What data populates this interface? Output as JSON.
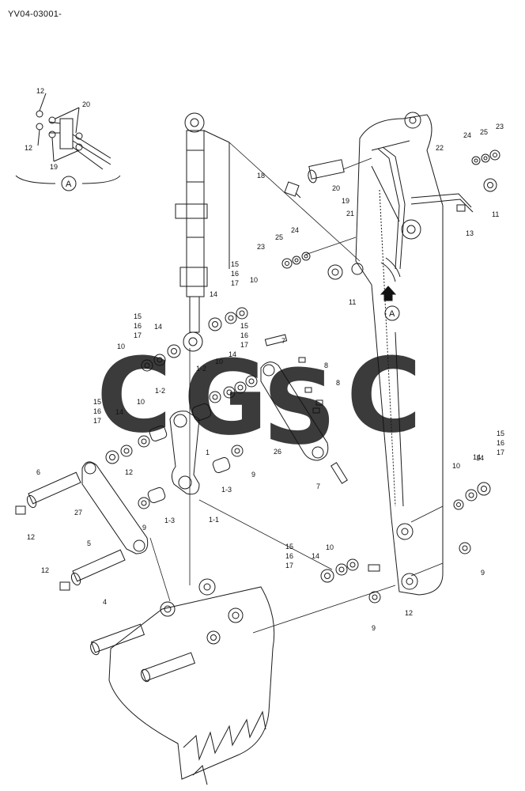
{
  "drawing_code": "YV04-03001-",
  "view_label": "A",
  "watermark": {
    "letters": [
      "C",
      "G",
      "S",
      "C"
    ],
    "colors": [
      "#4f8ef0",
      "#f06a6a",
      "#f7d74a",
      "#3fae7a"
    ]
  },
  "part_labels": {
    "p1": "1",
    "p1_1": "1-1",
    "p1_2a": "1-2",
    "p1_2b": "1-2",
    "p1_3a": "1-3",
    "p1_3b": "1-3",
    "p4": "4",
    "p5": "5",
    "p6": "6",
    "p7a": "7",
    "p7b": "7",
    "p8a": "8",
    "p8b": "8",
    "p9a": "9",
    "p9b": "9",
    "p9c": "9",
    "p9d": "9",
    "p10a": "10",
    "p10b": "10",
    "p10c": "10",
    "p10d": "10",
    "p10e": "10",
    "p10f": "10",
    "p11a": "11",
    "p11b": "11",
    "p12a": "12",
    "p12b": "12",
    "p12c": "12",
    "p12d": "12",
    "p12e": "12",
    "p12f": "12",
    "p13": "13",
    "p14a": "14",
    "p14b": "14",
    "p14c": "14",
    "p14d": "14",
    "p14e": "14",
    "p14f": "14",
    "p14g": "14",
    "p15a": "15",
    "p16a": "16",
    "p17a": "17",
    "p15b": "15",
    "p16b": "16",
    "p17b": "17",
    "p15c": "15",
    "p16c": "16",
    "p17c": "17",
    "p15d": "15",
    "p16d": "16",
    "p17d": "17",
    "p15e": "15",
    "p16e": "16",
    "p17e": "17",
    "p15f": "15",
    "p16f": "16",
    "p17f": "17",
    "p18": "18",
    "p19a": "19",
    "p19b": "19",
    "p20a": "20",
    "p20b": "20",
    "p21": "21",
    "p22": "22",
    "p23a": "23",
    "p23b": "23",
    "p24a": "24",
    "p24b": "24",
    "p25a": "25",
    "p25b": "25",
    "p26": "26",
    "p27": "27"
  }
}
